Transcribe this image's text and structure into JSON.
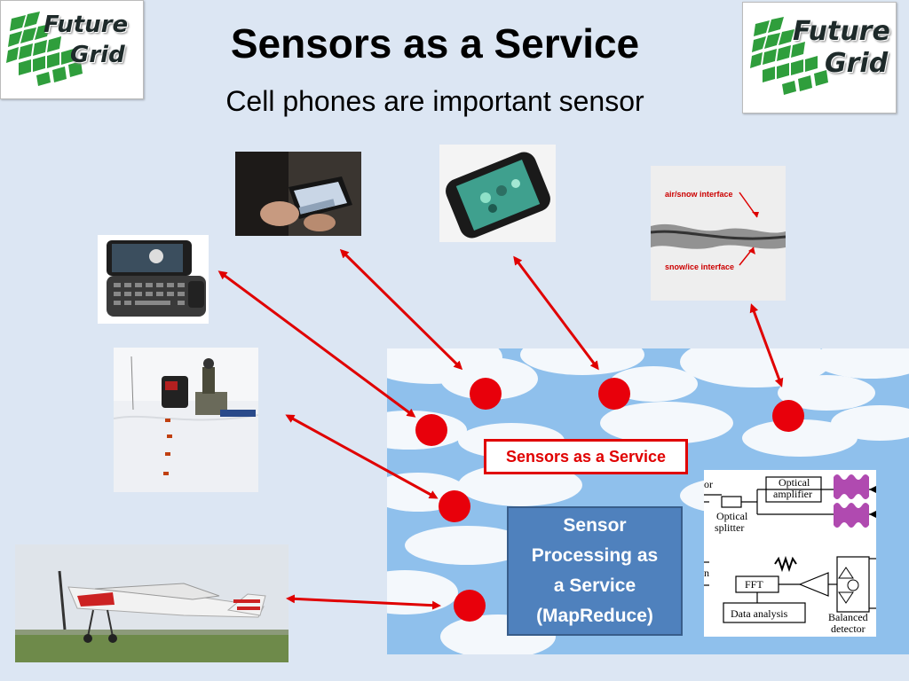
{
  "slide": {
    "title": "Sensors as a Service",
    "subtitle": "Cell phones are important sensor"
  },
  "logos": {
    "left": {
      "line1": "Future",
      "line2": "Grid"
    },
    "right": {
      "line1": "Future",
      "line2": "Grid"
    }
  },
  "radar_labels": {
    "air_snow": "air/snow interface",
    "snow_ice": "snow/ice interface"
  },
  "service_labels": {
    "sensors_as_service": "Sensors as a Service",
    "processing": "Sensor\nProcessing as\na Service\n(MapReduce)"
  },
  "schematic_labels": {
    "optical_amplifier": "Optical\namplifier",
    "optical_splitter": "Optical\nsplitter",
    "fft": "FFT",
    "data_analysis": "Data analysis",
    "balanced_detector": "Balanced\ndetector",
    "partial_left_top": "or",
    "partial_left_bottom": "n"
  },
  "colors": {
    "background": "#dce6f3",
    "arrow": "#e00000",
    "dot": "#e8000b",
    "processing_box": "#4f81bd",
    "sky": "#8fc0ec"
  }
}
